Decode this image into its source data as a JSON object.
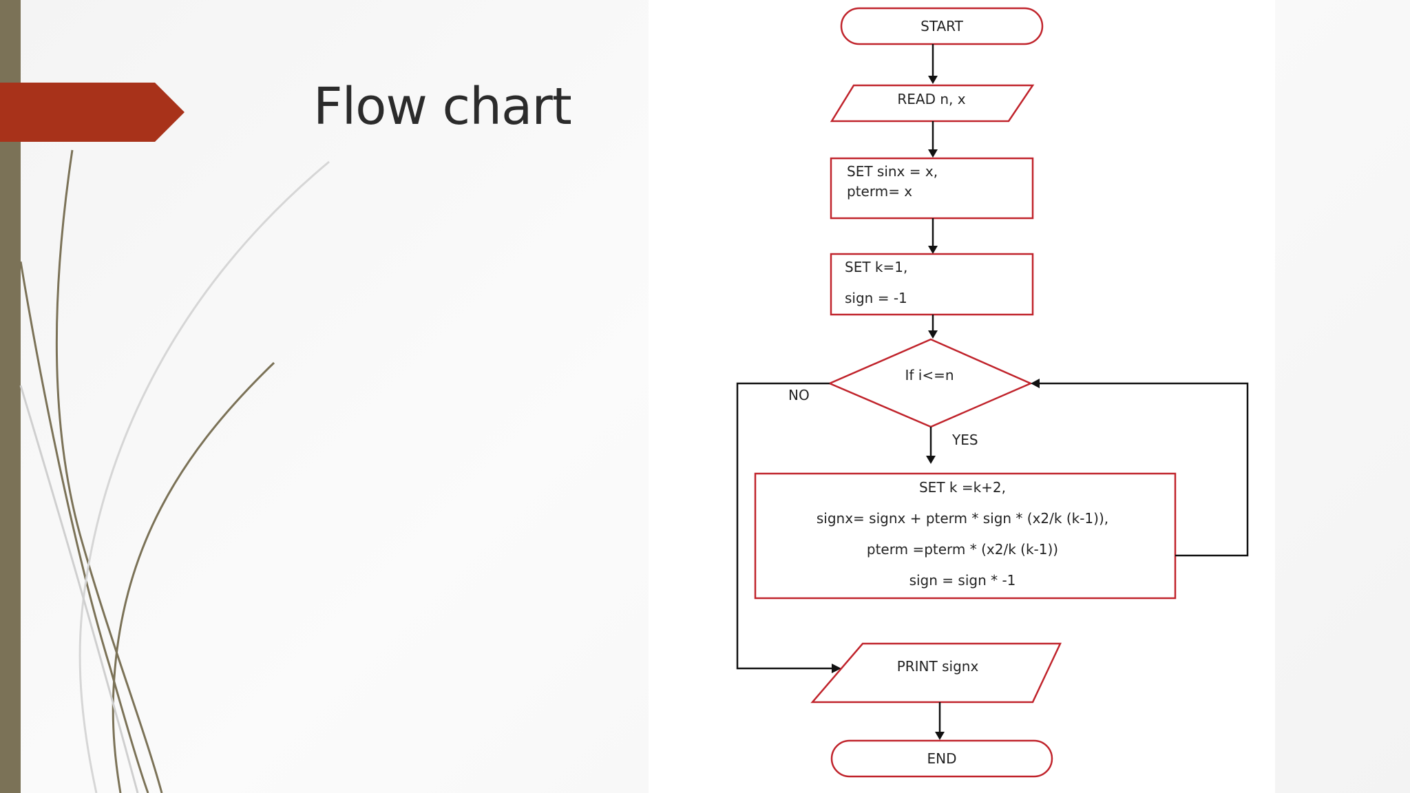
{
  "slide": {
    "title": "Flow chart"
  },
  "colors": {
    "accent": "#a8321a",
    "sidebar": "#7b7257",
    "shape_stroke": "#c0232b"
  },
  "flowchart": {
    "start": "START",
    "read": "READ n, x",
    "init1": {
      "line1": "SET sinx = x,",
      "line2": "pterm= x"
    },
    "init2": {
      "line1": "SET k=1,",
      "line2": "sign = -1"
    },
    "decision": "If i<=n",
    "yes_label": "YES",
    "no_label": "NO",
    "loop_body": {
      "line1": "SET k =k+2,",
      "line2": "signx= signx + pterm * sign * (x2/k (k-1)),",
      "line3": "pterm =pterm * (x2/k (k-1))",
      "line4": "sign = sign * -1"
    },
    "print": "PRINT signx",
    "end": "END"
  }
}
